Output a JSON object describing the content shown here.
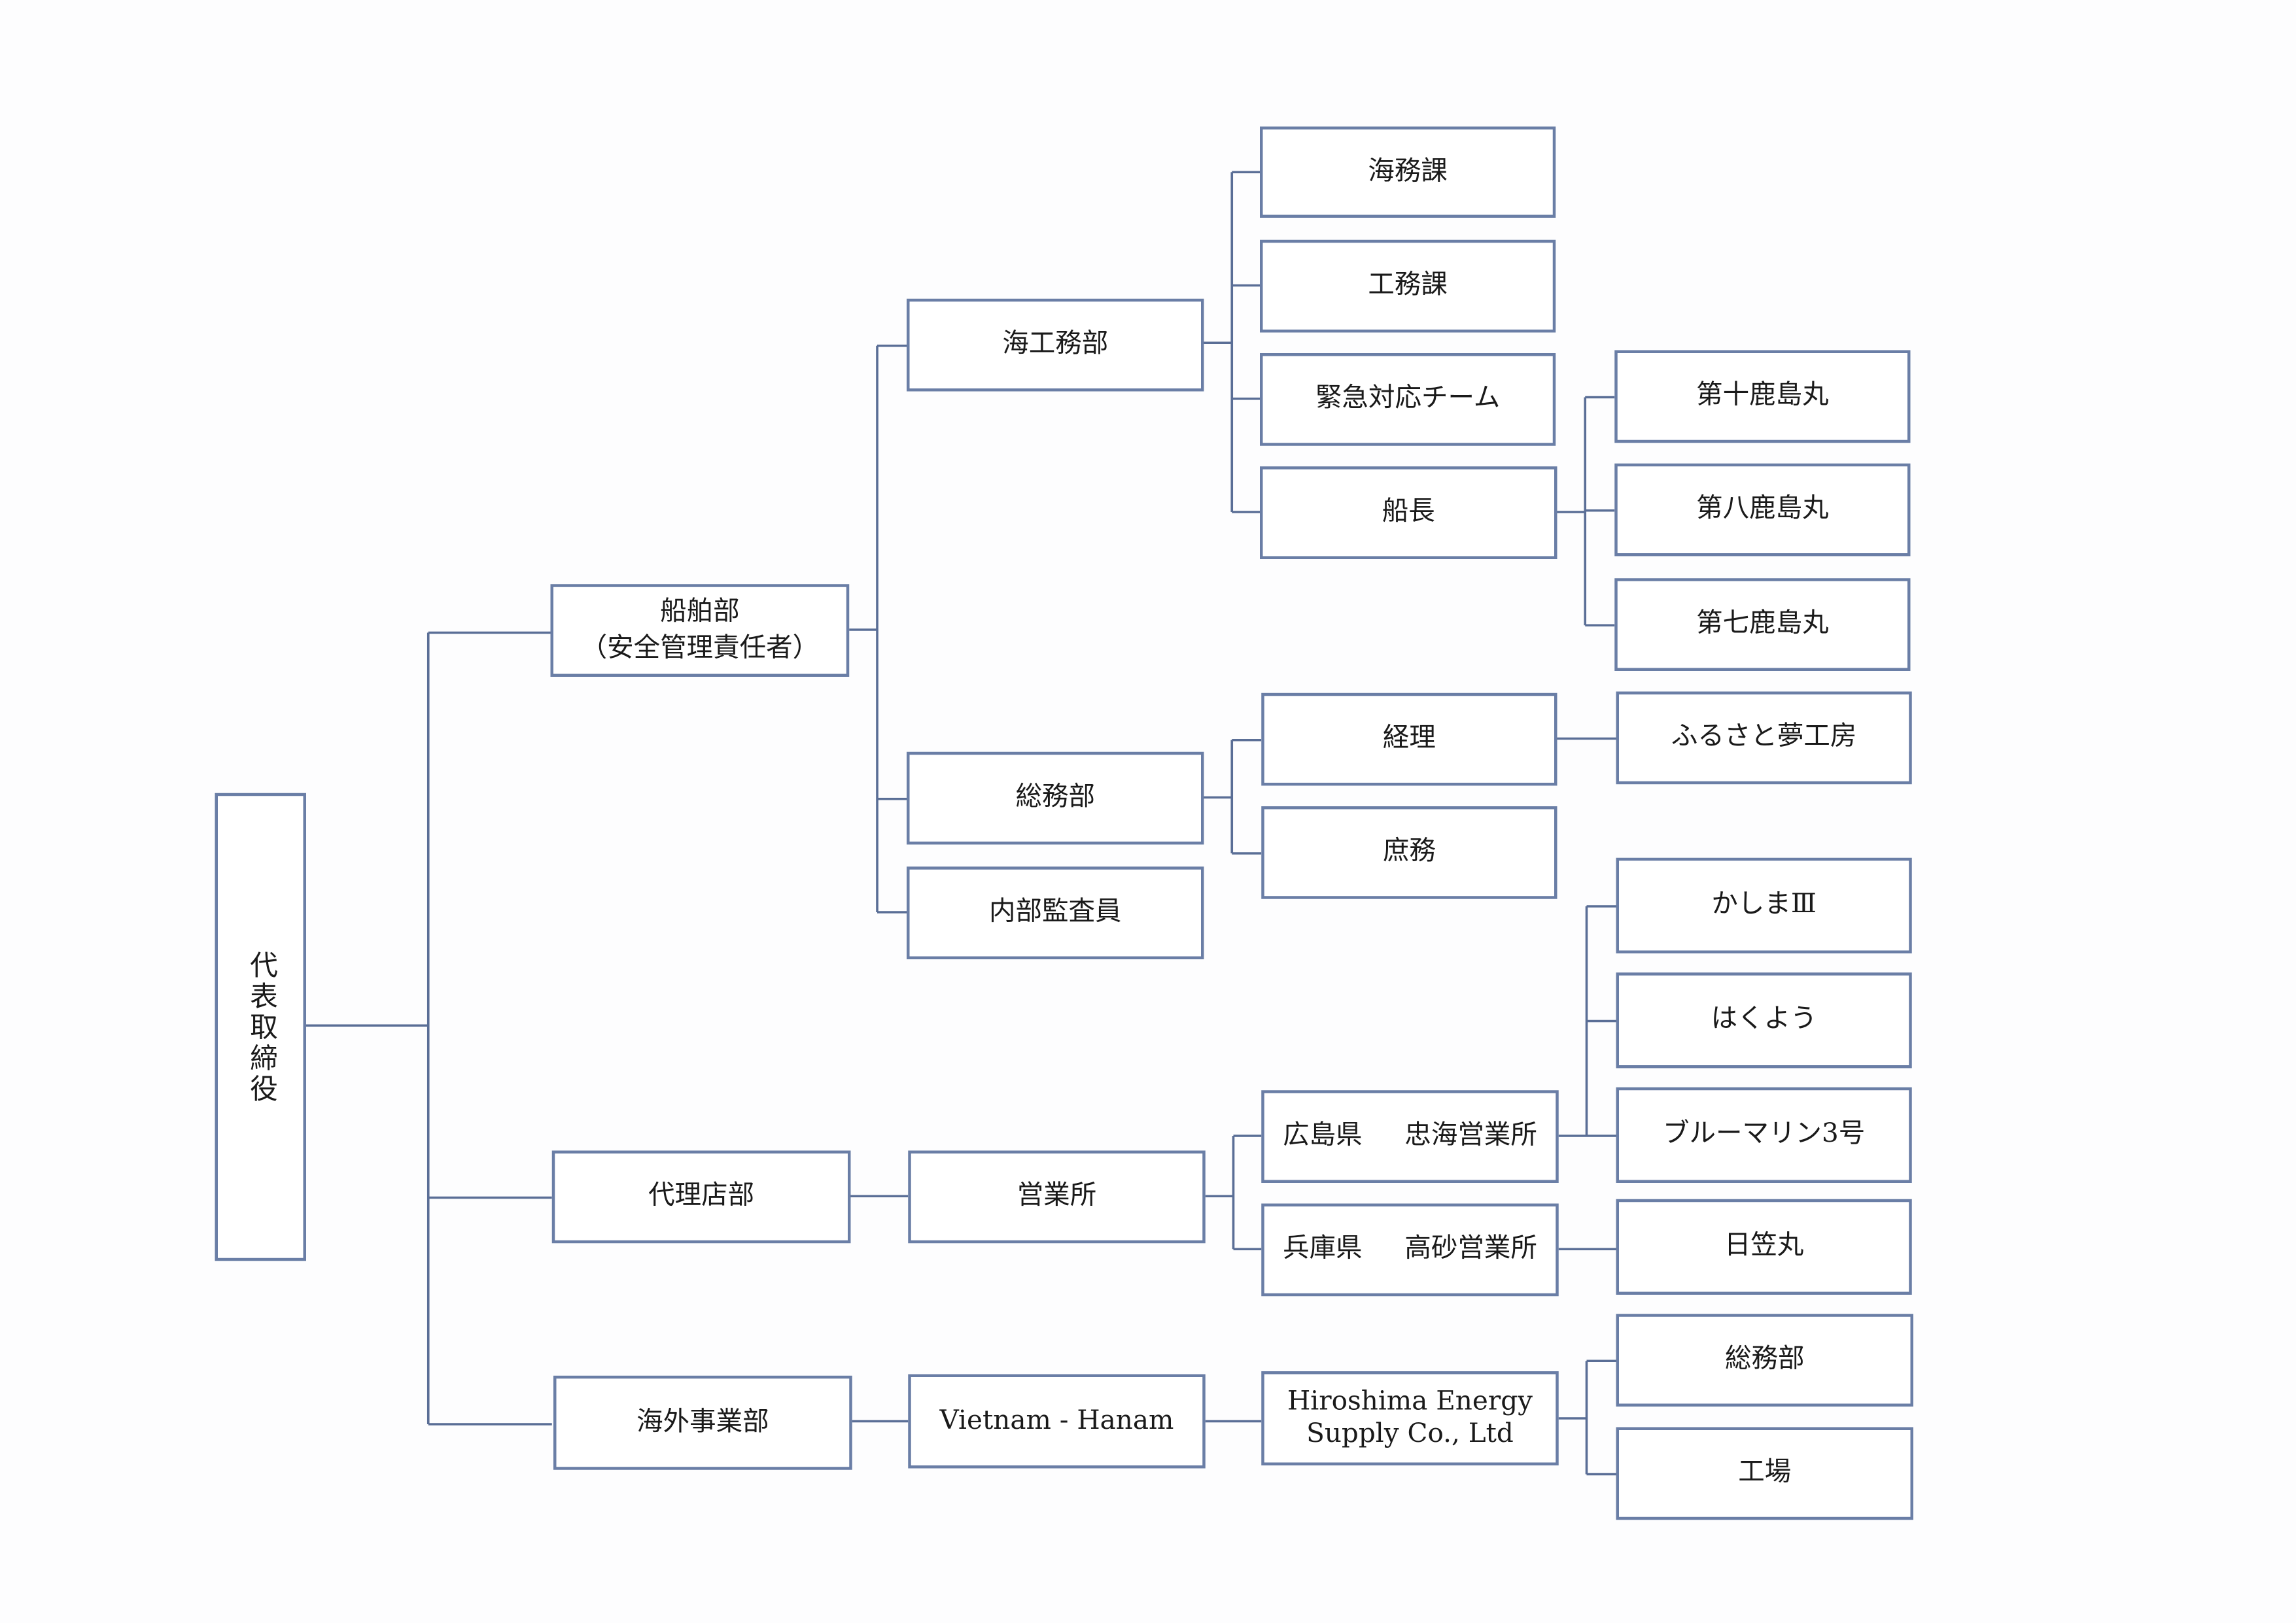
{
  "chart": {
    "root": "代表取締役",
    "senpaku": {
      "line1": "船舶部",
      "line2": "（安全管理責任者）"
    },
    "kaikoumu": "海工務部",
    "kaimuka": "海務課",
    "koumuka": "工務課",
    "kinkyu": "緊急対応チーム",
    "senchou": "船長",
    "ship10": "第十鹿島丸",
    "ship8": "第八鹿島丸",
    "ship7": "第七鹿島丸",
    "soumu": "総務部",
    "keiri": "経理",
    "furusato": "ふるさと夢工房",
    "shomu": "庶務",
    "naibu": "内部監査員",
    "dairiten": "代理店部",
    "eigyousho": "営業所",
    "hiroshima_office": {
      "pref": "広島県",
      "name": "忠海営業所"
    },
    "hyogo_office": {
      "pref": "兵庫県",
      "name": "高砂営業所"
    },
    "kashima3": "かしまⅢ",
    "hakuyou": "はくよう",
    "bluemarine": "ブルーマリン3号",
    "hikasa": "日笠丸",
    "kaigai": "海外事業部",
    "vietnam": "Vietnam - Hanam",
    "hes": {
      "line1": "Hiroshima Energy",
      "line2": "Supply Co., Ltd"
    },
    "hes_soumu": "総務部",
    "factory": "工場"
  }
}
